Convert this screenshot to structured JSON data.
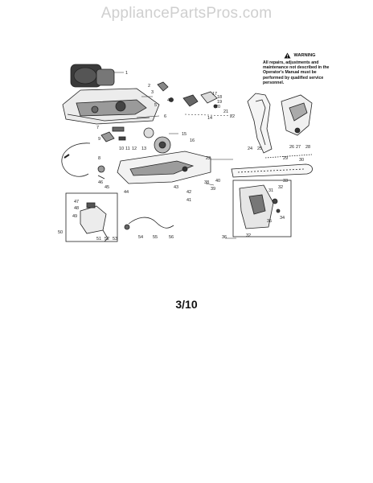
{
  "header": {
    "site_name": "AppliancePartsPros.com"
  },
  "warning": {
    "title": "WARNING",
    "text": "All repairs, adjustments and maintenance not described in the Operator's Manual must be performed by qualified service personnel."
  },
  "page": {
    "number": "3/10"
  },
  "callouts": {
    "c1": "1",
    "c2": "2",
    "c3": "3",
    "c4": "4",
    "c5": "5",
    "c6": "6",
    "c7": "7",
    "c8": "8",
    "c9": "9",
    "c10": "10",
    "c11": "11",
    "c12": "12",
    "c13": "13",
    "c14": "14",
    "c15": "15",
    "c16": "16",
    "c17": "17",
    "c18": "18",
    "c19": "19",
    "c20": "20",
    "c21": "21",
    "c22": "22",
    "c22b": "22",
    "c24": "24",
    "c25": "25",
    "c26": "26",
    "c27": "27",
    "c28": "28",
    "c29": "29",
    "c30": "30",
    "c31": "31",
    "c32": "32",
    "c32b": "32",
    "c33": "33",
    "c34": "34",
    "c35": "35",
    "c36": "36",
    "c38": "38",
    "c39": "39",
    "c40": "40",
    "c41": "41",
    "c42": "42",
    "c43": "43",
    "c44": "44",
    "c45": "45",
    "c46": "46",
    "c47": "47",
    "c48": "48",
    "c49": "49",
    "c50": "50",
    "c51": "51",
    "c52": "52",
    "c53": "53",
    "c54": "54",
    "c55": "55",
    "c56": "56"
  }
}
